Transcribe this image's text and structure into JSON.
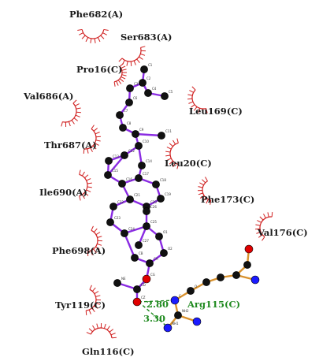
{
  "colors": {
    "ligand_bond": "#8a2be2",
    "protein_bond": "#d9922e",
    "carbon": "#111111",
    "oxygen": "#e00000",
    "nitrogen": "#1a1aff",
    "hbond": "#1f8a1f",
    "hydrophobic_arc": "#d02020"
  },
  "hydrophobic_residues": [
    {
      "id": "phe682a",
      "label": "Phe682(A)"
    },
    {
      "id": "ser683a",
      "label": "Ser683(A)"
    },
    {
      "id": "pro16c",
      "label": "Pro16(C)"
    },
    {
      "id": "val686a",
      "label": "Val686(A)"
    },
    {
      "id": "leu169c",
      "label": "Leu169(C)"
    },
    {
      "id": "thr687a",
      "label": "Thr687(A)"
    },
    {
      "id": "leu20c",
      "label": "Leu20(C)"
    },
    {
      "id": "ile690a",
      "label": "Ile690(A)"
    },
    {
      "id": "phe173c",
      "label": "Phe173(C)"
    },
    {
      "id": "val176c",
      "label": "Val176(C)"
    },
    {
      "id": "phe698a",
      "label": "Phe698(A)"
    },
    {
      "id": "tyr119c",
      "label": "Tyr119(C)"
    },
    {
      "id": "gln116c",
      "label": "Gln116(C)"
    }
  ],
  "hbond_residue": {
    "label": "Arg115(C)"
  },
  "hbond_distances": [
    "2.80",
    "3.30"
  ],
  "atom_labels": [
    "C1",
    "C2",
    "C3",
    "C4",
    "C5",
    "C6",
    "C7",
    "C8",
    "C9",
    "C10",
    "C11",
    "C12",
    "C13",
    "C14",
    "C15",
    "C16",
    "C17",
    "C18",
    "C19",
    "C20",
    "C21",
    "C22",
    "C23",
    "C24",
    "C25",
    "C26",
    "C27",
    "O1",
    "O2",
    "CA",
    "CB",
    "CG",
    "CD",
    "NE",
    "CZ",
    "NH1",
    "NH2",
    "C",
    "O"
  ]
}
